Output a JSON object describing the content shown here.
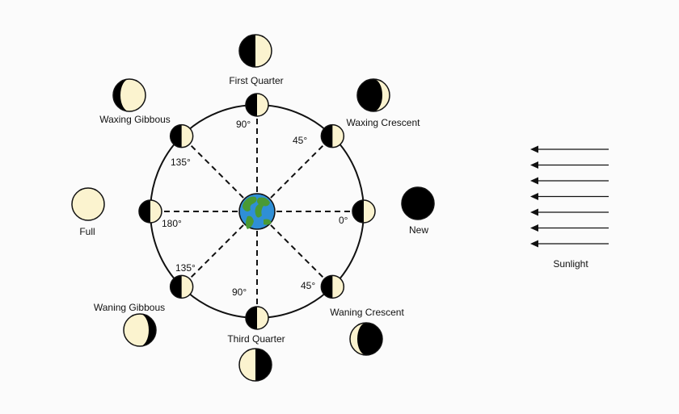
{
  "colors": {
    "background": "#fbfbfb",
    "lit": "#fbf3cf",
    "dark": "#000000",
    "ocean": "#2f8fd6",
    "land": "#4a9a34",
    "line": "#111111"
  },
  "orbit_moons": [
    {
      "id": "orbit-moon-0",
      "angle_deg": 0,
      "phase": "lit-right"
    },
    {
      "id": "orbit-moon-45-upper",
      "angle_deg": 45,
      "phase": "lit-right"
    },
    {
      "id": "orbit-moon-90-upper",
      "angle_deg": 90,
      "phase": "lit-right"
    },
    {
      "id": "orbit-moon-135-upper",
      "angle_deg": 135,
      "phase": "lit-right"
    },
    {
      "id": "orbit-moon-180",
      "angle_deg": 180,
      "phase": "lit-right"
    },
    {
      "id": "orbit-moon-135-lower",
      "angle_deg": 225,
      "phase": "lit-right"
    },
    {
      "id": "orbit-moon-90-lower",
      "angle_deg": 270,
      "phase": "lit-right"
    },
    {
      "id": "orbit-moon-45-lower",
      "angle_deg": 315,
      "phase": "lit-right"
    }
  ],
  "angle_labels": {
    "a0": "0°",
    "a45_upper": "45°",
    "a90_upper": "90°",
    "a135_upper": "135°",
    "a180": "180°",
    "a135_lower": "135°",
    "a90_lower": "90°",
    "a45_lower": "45°"
  },
  "phases": {
    "new": {
      "label": "New",
      "appearance": "all-dark"
    },
    "waxing_crescent": {
      "label": "Waxing Crescent",
      "appearance": "right-crescent-lit"
    },
    "first_quarter": {
      "label": "First Quarter",
      "appearance": "right-half-lit"
    },
    "waxing_gibbous": {
      "label": "Waxing Gibbous",
      "appearance": "right-gibbous-lit"
    },
    "full": {
      "label": "Full",
      "appearance": "all-lit"
    },
    "waning_gibbous": {
      "label": "Waning Gibbous",
      "appearance": "left-gibbous-lit"
    },
    "third_quarter": {
      "label": "Third Quarter",
      "appearance": "left-half-lit"
    },
    "waning_crescent": {
      "label": "Waning Crescent",
      "appearance": "left-crescent-lit"
    }
  },
  "sunlight": {
    "label": "Sunlight",
    "arrow_count": 7,
    "direction": "leftward"
  }
}
